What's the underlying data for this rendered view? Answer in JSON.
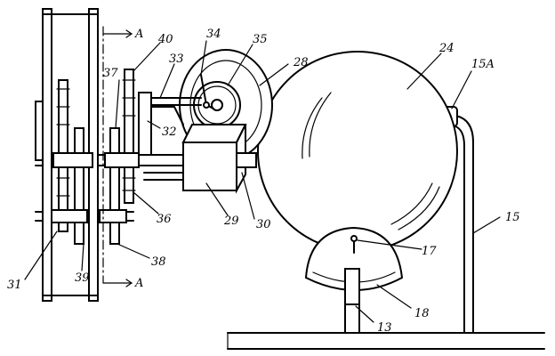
{
  "labels": {
    "l40": "40",
    "l34": "34",
    "l35": "35",
    "l33": "33",
    "l28": "28",
    "l24": "24",
    "l15A": "15A",
    "l37": "37",
    "l32": "32",
    "l29": "29",
    "l30": "30",
    "l36": "36",
    "l15": "15",
    "l17": "17",
    "l31": "31",
    "l39": "39",
    "l38": "38",
    "l18": "18",
    "l13": "13",
    "secTop": "A",
    "secBottom": "A"
  }
}
